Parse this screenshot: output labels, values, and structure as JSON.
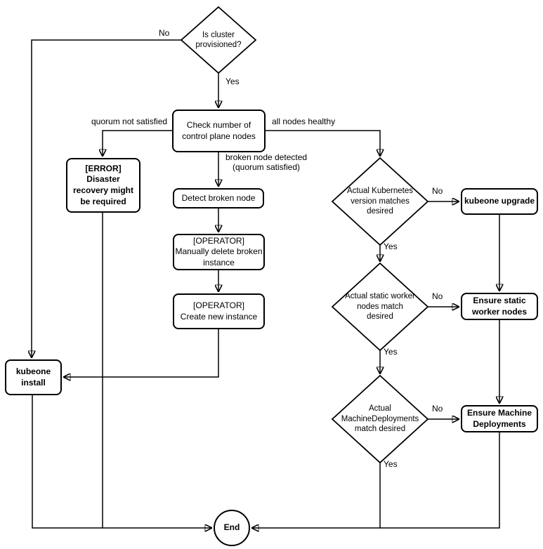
{
  "colors": {
    "line": "#000000",
    "node_fill": "#ffffff",
    "text": "#000000"
  },
  "nodes": {
    "is_cluster_provisioned": "Is cluster\nprovisioned?",
    "check_control_plane": "Check number of\ncontrol plane nodes",
    "error_disaster": "[ERROR]\nDisaster\nrecovery might\nbe required",
    "detect_broken_node": "Detect broken node",
    "manually_delete_instance": "[OPERATOR]\nManually delete broken\ninstance",
    "create_new_instance": "[OPERATOR]\nCreate new instance",
    "kubeone_install": "kubeone\ninstall",
    "version_matches_desired": "Actual Kubernetes\nversion matches\ndesired",
    "kubeone_upgrade": "kubeone upgrade",
    "static_workers_match": "Actual static worker\nnodes match\ndesired",
    "ensure_static_workers": "Ensure static\nworker nodes",
    "machinedeployments_match": "Actual\nMachineDeployments\nmatch desired",
    "ensure_machinedeployments": "Ensure Machine\nDeployments",
    "end": "End"
  },
  "edge_labels": {
    "not_provisioned": "No",
    "provisioned": "Yes",
    "quorum_not_satisfied": "quorum not satisfied",
    "all_nodes_healthy": "all nodes healthy",
    "broken_node_detected": "broken node detected\n(quorum satisfied)",
    "version_no": "No",
    "version_yes": "Yes",
    "static_no": "No",
    "static_yes": "Yes",
    "md_no": "No",
    "md_yes": "Yes"
  }
}
